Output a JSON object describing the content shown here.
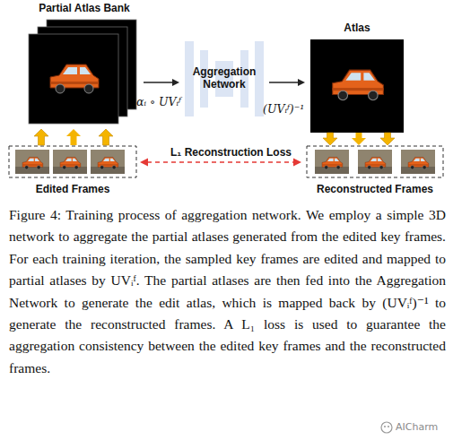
{
  "diagram": {
    "caption": "Figure 4: Training process of aggregation network. We employ a simple 3D network to aggregate the partial atlases generated from the edited key frames. For each training iteration, the sampled key frames are edited and mapped to partial atlases by UVᵢᶠ. The partial atlases are then fed into the Aggregation Network to generate the edit atlas, which is mapped back by (UVᵢᶠ)⁻¹ to generate the reconstructed frames. A L₁ loss is used to guarantee the aggregation consistency between the edited key frames and the reconstructed frames.",
    "nodes": [
      {
        "text": [
          "Partial Atlas Bank"
        ]
      },
      {
        "text": [
          "Aggregation Network"
        ]
      },
      {
        "text": [
          "Atlas"
        ]
      },
      {
        "text": [
          "Edited Frames"
        ]
      },
      {
        "text": [
          "Reconstructed Frames"
        ]
      }
    ],
    "edges": [
      {
        "from": 3,
        "to": 0,
        "arrow": "to",
        "label": "αᵢ ∘ UVᵢᶠ"
      },
      {
        "from": 0,
        "to": 1,
        "arrow": "to"
      },
      {
        "from": 1,
        "to": 2,
        "arrow": "to"
      },
      {
        "from": 2,
        "to": 4,
        "arrow": "to",
        "label": "(UVᵢᶠ)⁻¹"
      },
      {
        "from": 3,
        "to": 4,
        "arrow": "both",
        "label": "L₁ Reconstruction Loss"
      }
    ],
    "labels": [
      "AICharm"
    ]
  }
}
